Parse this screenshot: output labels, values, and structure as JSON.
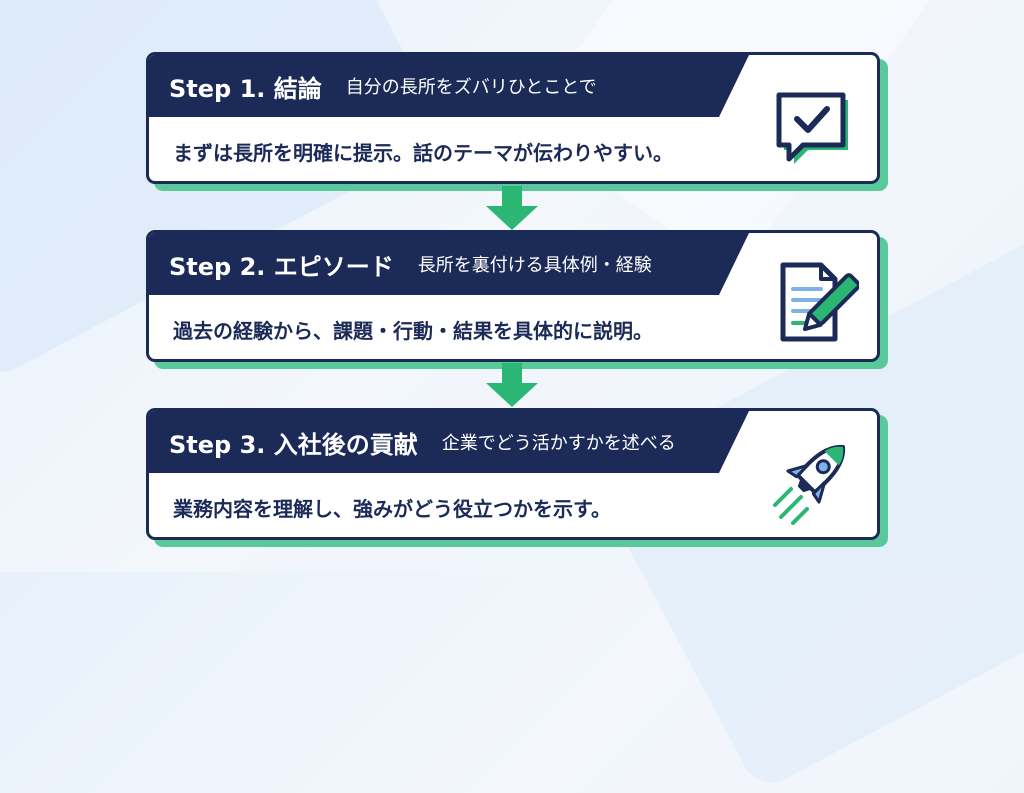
{
  "steps": [
    {
      "title": "Step 1. 結論",
      "subtitle": "自分の長所をズバリひとことで",
      "body": "まずは長所を明確に提示。話のテーマが伝わりやすい。",
      "icon": "speech-bubble-check-icon"
    },
    {
      "title": "Step 2. エピソード",
      "subtitle": "長所を裏付ける具体例・経験",
      "body": "過去の経験から、課題・行動・結果を具体的に説明。",
      "icon": "document-pen-icon"
    },
    {
      "title": "Step 3. 入社後の貢献",
      "subtitle": "企業でどう活かすかを述べる",
      "body": "業務内容を理解し、強みがどう役立つかを示す。",
      "icon": "rocket-icon"
    }
  ],
  "colors": {
    "navy": "#1b2a57",
    "green": "#2bb673",
    "green_light": "#59c99a",
    "blue_light": "#7fb3e8"
  }
}
